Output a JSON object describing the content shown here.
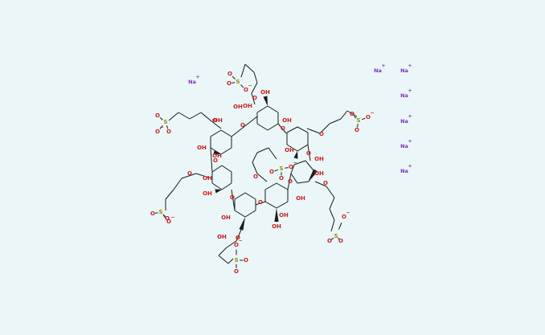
{
  "colors": {
    "background": "#eaf6f7",
    "bond": "#1a1a1a",
    "oxygen": "#cc1f1f",
    "sulfur": "#9a8a00",
    "sodium": "#7b2fbf"
  },
  "atoms": {
    "oxygen": "O",
    "hydroxyl": "OH",
    "sulfur": "S",
    "sodium": "Na",
    "minus": "−",
    "plus": "+"
  }
}
